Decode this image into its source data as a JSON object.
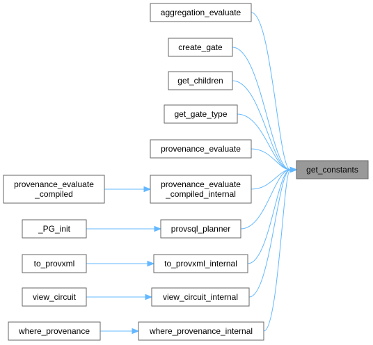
{
  "diagram": {
    "nodes": [
      {
        "id": "get_constants",
        "lines": [
          "get_constants"
        ],
        "highlight": true
      },
      {
        "id": "aggregation_evaluate",
        "lines": [
          "aggregation_evaluate"
        ]
      },
      {
        "id": "create_gate",
        "lines": [
          "create_gate"
        ]
      },
      {
        "id": "get_children",
        "lines": [
          "get_children"
        ]
      },
      {
        "id": "get_gate_type",
        "lines": [
          "get_gate_type"
        ]
      },
      {
        "id": "provenance_evaluate",
        "lines": [
          "provenance_evaluate"
        ]
      },
      {
        "id": "provenance_evaluate_compiled_internal",
        "lines": [
          "provenance_evaluate",
          "_compiled_internal"
        ]
      },
      {
        "id": "provsql_planner",
        "lines": [
          "provsql_planner"
        ]
      },
      {
        "id": "to_provxml_internal",
        "lines": [
          "to_provxml_internal"
        ]
      },
      {
        "id": "view_circuit_internal",
        "lines": [
          "view_circuit_internal"
        ]
      },
      {
        "id": "where_provenance_internal",
        "lines": [
          "where_provenance_internal"
        ]
      },
      {
        "id": "provenance_evaluate_compiled",
        "lines": [
          "provenance_evaluate",
          "_compiled"
        ]
      },
      {
        "id": "PG_init",
        "lines": [
          "_PG_init"
        ]
      },
      {
        "id": "to_provxml",
        "lines": [
          "to_provxml"
        ]
      },
      {
        "id": "view_circuit",
        "lines": [
          "view_circuit"
        ]
      },
      {
        "id": "where_provenance",
        "lines": [
          "where_provenance"
        ]
      }
    ],
    "edges": [
      {
        "from": "aggregation_evaluate",
        "to": "get_constants"
      },
      {
        "from": "create_gate",
        "to": "get_constants"
      },
      {
        "from": "get_children",
        "to": "get_constants"
      },
      {
        "from": "get_gate_type",
        "to": "get_constants"
      },
      {
        "from": "provenance_evaluate",
        "to": "get_constants"
      },
      {
        "from": "provenance_evaluate_compiled_internal",
        "to": "get_constants"
      },
      {
        "from": "provsql_planner",
        "to": "get_constants"
      },
      {
        "from": "to_provxml_internal",
        "to": "get_constants"
      },
      {
        "from": "view_circuit_internal",
        "to": "get_constants"
      },
      {
        "from": "where_provenance_internal",
        "to": "get_constants"
      },
      {
        "from": "provenance_evaluate_compiled",
        "to": "provenance_evaluate_compiled_internal"
      },
      {
        "from": "PG_init",
        "to": "provsql_planner"
      },
      {
        "from": "to_provxml",
        "to": "to_provxml_internal"
      },
      {
        "from": "view_circuit",
        "to": "view_circuit_internal"
      },
      {
        "from": "where_provenance",
        "to": "where_provenance_internal"
      }
    ]
  }
}
